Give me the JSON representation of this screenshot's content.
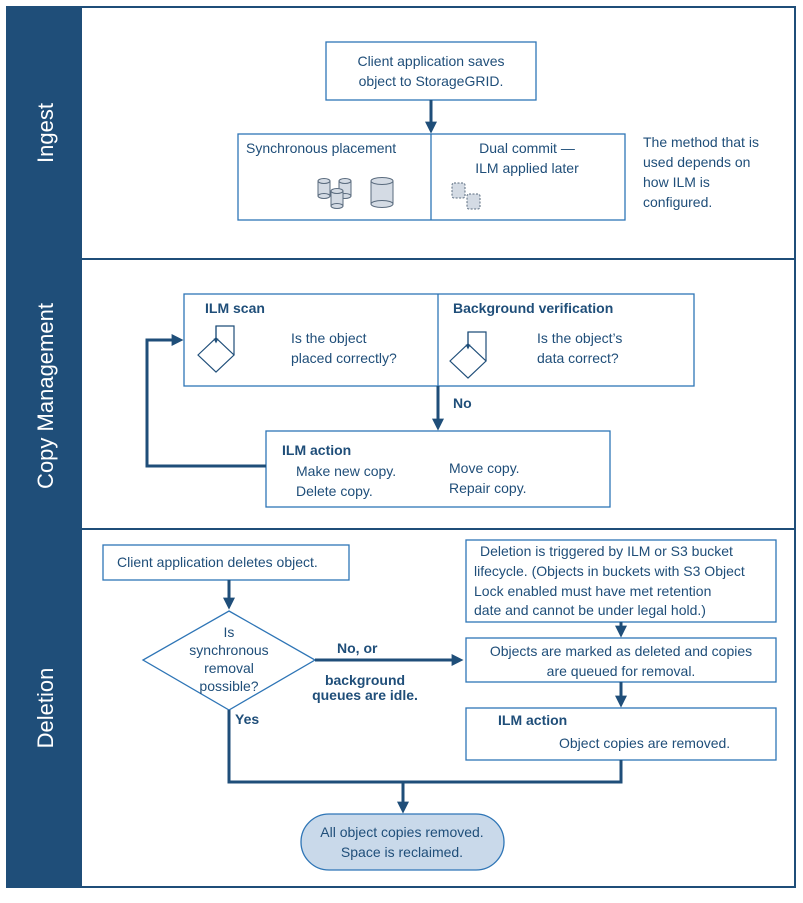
{
  "lanes": {
    "ingest": "Ingest",
    "copy_management": "Copy Management",
    "deletion": "Deletion"
  },
  "ingest": {
    "client_save": [
      "Client application saves",
      "object to StorageGRID."
    ],
    "sync_placement": "Synchronous placement",
    "dual_commit": [
      "Dual commit —",
      "ILM applied later"
    ],
    "method_note": [
      "The method that is",
      "used depends on",
      "how ILM is",
      "configured."
    ]
  },
  "copy_management": {
    "ilm_scan_title": "ILM scan",
    "ilm_scan_question": [
      "Is the object",
      "placed correctly?"
    ],
    "bg_verification_title": "Background verification",
    "bg_verification_question": [
      "Is the object’s",
      "data correct?"
    ],
    "no_label": "No",
    "ilm_action_title": "ILM action",
    "ilm_action_left": [
      "Make new copy.",
      "Delete copy."
    ],
    "ilm_action_right": [
      "Move copy.",
      "Repair copy."
    ]
  },
  "deletion": {
    "client_delete": "Client application deletes object.",
    "triggered": [
      "Deletion is triggered by ILM or  S3 bucket",
      "lifecycle. (Objects in buckets with S3 Object",
      "Lock enabled must have met retention",
      "date and cannot be under legal hold.)"
    ],
    "decision": [
      "Is",
      "synchronous",
      "removal",
      "possible?"
    ],
    "no_or": "No, or",
    "queues_idle": [
      "background",
      "queues are idle."
    ],
    "yes_label": "Yes",
    "marked": [
      "Objects are marked as deleted and copies",
      "are queued for removal."
    ],
    "ilm_action_title": "ILM action",
    "copies_removed": "Object copies are removed.",
    "final": [
      "All object copies removed.",
      "Space is reclaimed."
    ]
  },
  "colors": {
    "lane_fill": "#1f4e79",
    "box_stroke": "#2e75b6",
    "text": "#1f4e79",
    "final_fill": "#c9d9ea"
  }
}
